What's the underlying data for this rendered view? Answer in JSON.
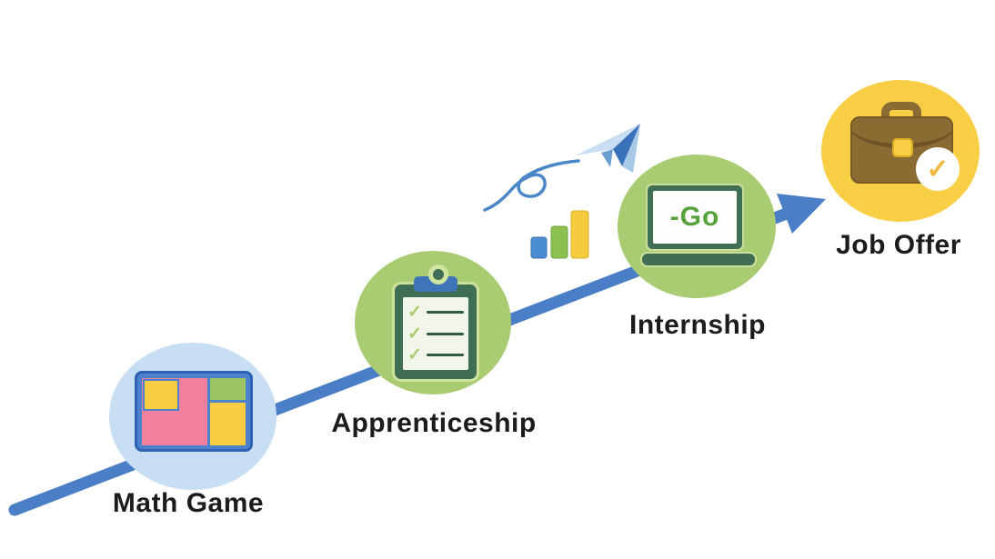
{
  "diagram": {
    "description": "career growth path",
    "steps": [
      {
        "label": "Math Game",
        "icon": "math-game-board-icon",
        "circle_color": "#c8def2"
      },
      {
        "label": "Apprenticeship",
        "icon": "clipboard-checklist-icon",
        "circle_color": "#a9cc72"
      },
      {
        "label": "Internship",
        "icon": "laptop-icon",
        "screen_text": "-Go",
        "circle_color": "#a9cc72"
      },
      {
        "label": "Job Offer",
        "icon": "briefcase-icon",
        "badge_glyph": "✓",
        "circle_color": "#f8ce44"
      }
    ],
    "icons": {
      "check_glyph": "✓"
    },
    "colors": {
      "arrow_blue": "#4a7ec6",
      "trail_blue": "#4a86c8",
      "plane_light": "#c9def2",
      "plane_dark": "#3a72ba",
      "bar_blue": "#4a8ed2",
      "bar_green": "#8cc152",
      "bar_yellow": "#f6cc3f",
      "label_text": "#1c1c1c"
    }
  }
}
